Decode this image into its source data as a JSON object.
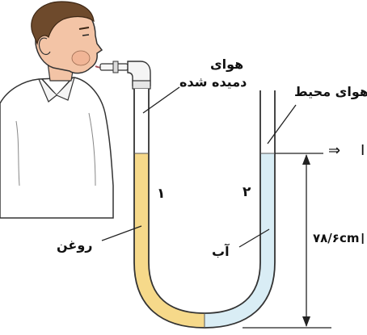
{
  "labels": {
    "blown_air_line1": "هوای",
    "blown_air_line2": "دمیده شده",
    "ambient_air": "هوای محیط",
    "oil": "روغن",
    "water": "آب",
    "column_1": "۱",
    "column_2": "۲",
    "height_measure": "۷۸/۶cm",
    "arrow_top": "⇒",
    "arrow_mid": "⇒",
    "edge_glyph_top": "I",
    "edge_glyph_mid": "I"
  },
  "colors": {
    "oil": "#f6d98a",
    "water": "#d9edf5",
    "tube_outline": "#333333",
    "skin": "#f3c4a6",
    "hair": "#6e4a2c",
    "shirt": "#ffffff"
  },
  "icons": {
    "person": "person-blowing-icon",
    "mouthpiece": "mouthpiece-icon"
  }
}
